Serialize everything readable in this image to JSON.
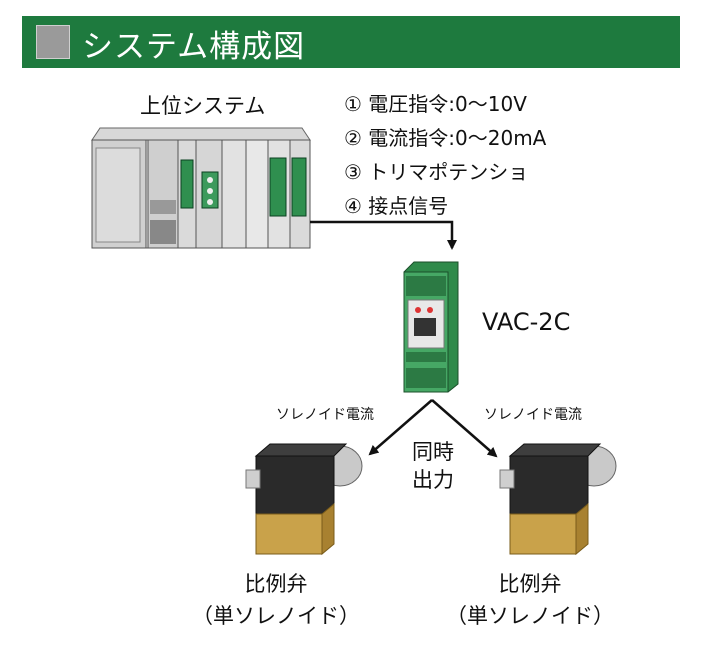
{
  "header": {
    "title": "システム構成図"
  },
  "host_system": {
    "label": "上位システム"
  },
  "control_inputs": [
    "① 電圧指令:0〜10V",
    "② 電流指令:0〜20mA",
    "③ トリマポテンショ",
    "④ 接点信号"
  ],
  "device": {
    "model": "VAC-2C"
  },
  "outputs": {
    "left_current": "ソレノイド電流",
    "right_current": "ソレノイド電流",
    "simultaneous_line1": "同時",
    "simultaneous_line2": "出力"
  },
  "valves": {
    "left_line1": "比例弁",
    "left_line2": "（単ソレノイド）",
    "right_line1": "比例弁",
    "right_line2": "（単ソレノイド）"
  },
  "colors": {
    "header_green": "#1e7a3e",
    "module_green": "#3aa35a",
    "valve_brass": "#c9a24a"
  }
}
